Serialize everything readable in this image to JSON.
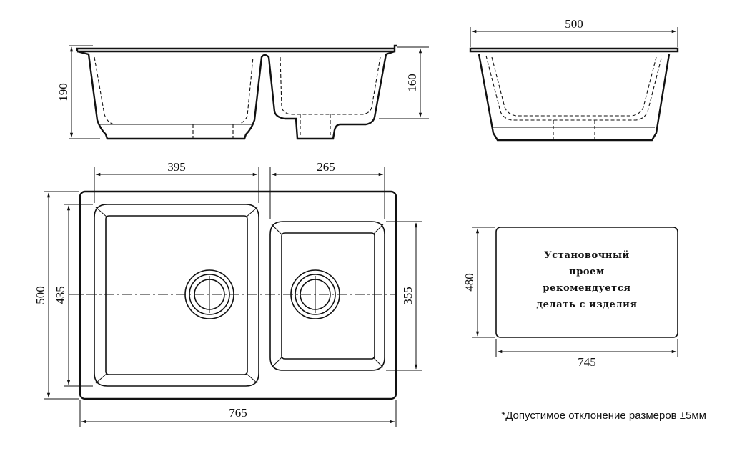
{
  "dimensions": {
    "side_height_left": "190",
    "side_height_right": "160",
    "end_width": "500",
    "big_bowl_width": "395",
    "small_bowl_width": "265",
    "overall_depth": "500",
    "big_bowl_depth": "435",
    "small_bowl_depth": "355",
    "overall_length": "765",
    "cutout_height": "480",
    "cutout_width": "745"
  },
  "cutout_note": {
    "line1": "Установочный",
    "line2": "проем",
    "line3": "рекомендуется",
    "line4": "делать с изделия"
  },
  "footnote": "*Допустимое отклонение размеров ±5мм"
}
